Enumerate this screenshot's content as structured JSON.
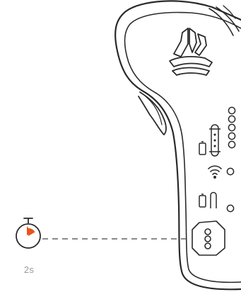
{
  "timer": {
    "label": "2s",
    "icon": "stopwatch-icon",
    "accent_color": "#e8541a"
  },
  "remote": {
    "icon": "remote-controller-icon",
    "logo": "boosted-logo-icon",
    "indicators": {
      "battery_leds": 5,
      "wireless_leds": 1,
      "mode_leds": 1
    },
    "button": "three-dot-button-icon"
  },
  "colors": {
    "outline": "#2a2a2a",
    "dashed_line": "#444444",
    "label": "#9a9a9a",
    "background": "#ffffff"
  }
}
